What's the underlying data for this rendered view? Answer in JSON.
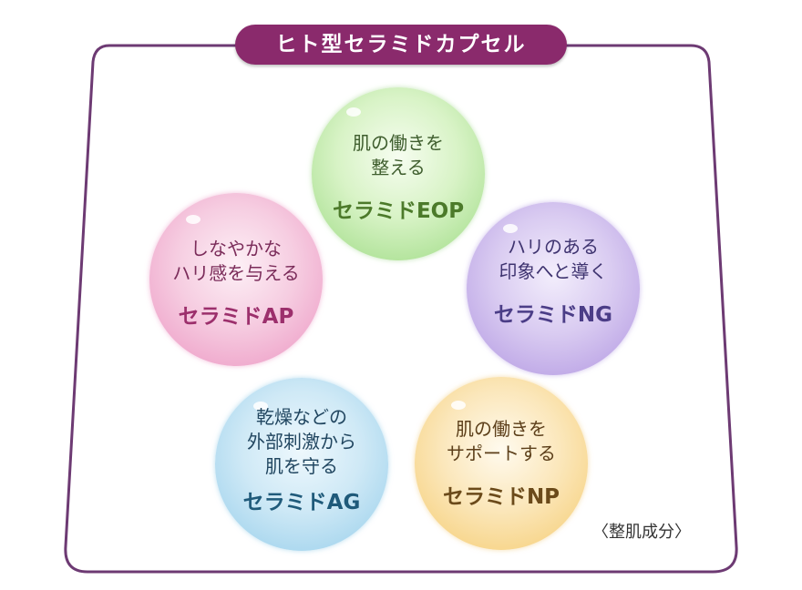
{
  "title": "ヒト型セラミドカプセル",
  "colors": {
    "title_bg": "#8a2a6c",
    "frame_border": "#6d3a73",
    "green": "#9dd886",
    "pink": "#e992c0",
    "purple": "#aa8fdf",
    "blue": "#93cbe8",
    "yellow": "#f2c76c"
  },
  "bubbles": {
    "eop": {
      "desc_lines": [
        "肌の働きを",
        "整える"
      ],
      "name": "セラミドEOP",
      "color": "green"
    },
    "ap": {
      "desc_lines": [
        "しなやかな",
        "ハリ感を与える"
      ],
      "name": "セラミドAP",
      "color": "pink"
    },
    "ng": {
      "desc_lines": [
        "ハリのある",
        "印象へと導く"
      ],
      "name": "セラミドNG",
      "color": "purple"
    },
    "ag": {
      "desc_lines": [
        "乾燥などの",
        "外部刺激から",
        "肌を守る"
      ],
      "name": "セラミドAG",
      "color": "blue"
    },
    "np": {
      "desc_lines": [
        "肌の働きを",
        "サポートする"
      ],
      "name": "セラミドNP",
      "color": "yellow"
    }
  },
  "footnote": "〈整肌成分〉"
}
